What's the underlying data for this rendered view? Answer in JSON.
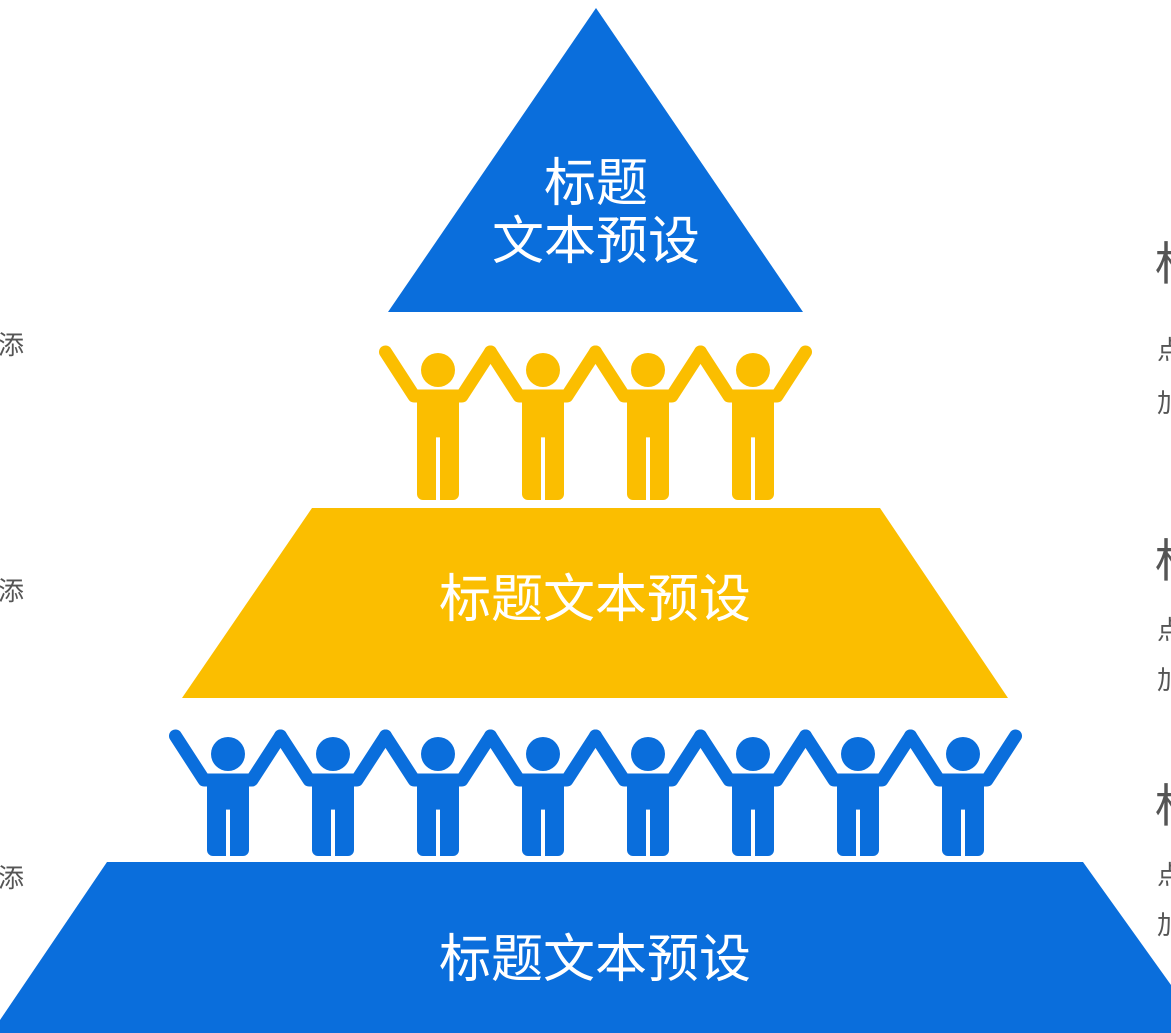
{
  "colors": {
    "blue": "#0A6EDC",
    "yellow": "#FBBE00",
    "side_text": "#555555"
  },
  "tiers": {
    "top": {
      "line1": "标题",
      "line2": "文本预设",
      "color": "blue"
    },
    "middle": {
      "label": "标题文本预设",
      "color": "yellow"
    },
    "bottom": {
      "label": "标题文本预设",
      "color": "blue"
    }
  },
  "supporters": {
    "upper_row": {
      "count": 4,
      "color": "yellow",
      "icon": "person-arms-raised-icon"
    },
    "lower_row": {
      "count": 8,
      "color": "blue",
      "icon": "person-arms-raised-icon"
    }
  },
  "left_fragments": [
    "添",
    "添",
    "添"
  ],
  "right_fragments": [
    {
      "title": "标",
      "line1": "点",
      "line2": "加"
    },
    {
      "title": "标",
      "line1": "点",
      "line2": "加"
    },
    {
      "title": "标",
      "line1": "点",
      "line2": "加"
    }
  ]
}
